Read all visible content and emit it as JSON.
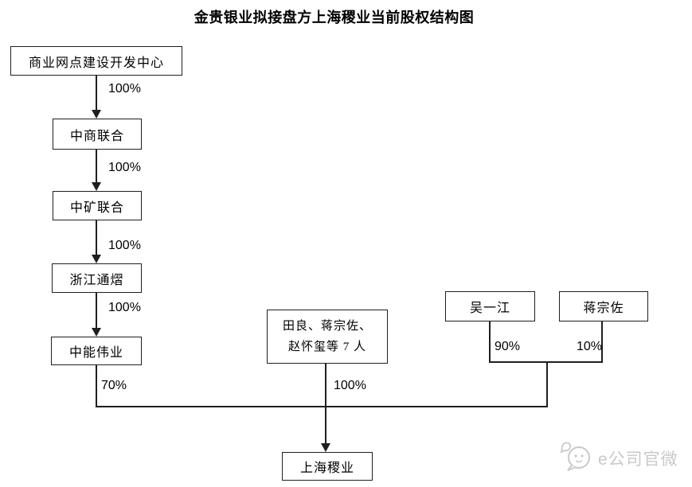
{
  "title": "金贵银业拟接盘方上海稷业当前股权结构图",
  "nodes": {
    "center_top": "商业网点建设开发中心",
    "zhongshang": "中商联合",
    "zhongkuang": "中矿联合",
    "zhejiang": "浙江通熠",
    "zhongneng": "中能伟业",
    "shareholders_line1": "田良、蒋宗佐、",
    "shareholders_line2": "赵怀玺等 7 人",
    "wu_yijiang": "吴一江",
    "jiang_zongzuo": "蒋宗佐",
    "shanghai_jiye": "上海稷业"
  },
  "edge_labels": {
    "top_to_zhongshang": "100%",
    "zhongshang_to_zhongkuang": "100%",
    "zhongkuang_to_zhejiang": "100%",
    "zhejiang_to_zhongneng": "100%",
    "zhongneng_stake": "70%",
    "shareholders_stake": "100%",
    "wu_stake": "90%",
    "jiang_stake": "10%"
  },
  "watermark": {
    "label": "e公司官微",
    "icon": "wechat-icon"
  },
  "colors": {
    "line": "#1f1f1f",
    "watermark": "#c9c9c9",
    "background": "#ffffff"
  }
}
